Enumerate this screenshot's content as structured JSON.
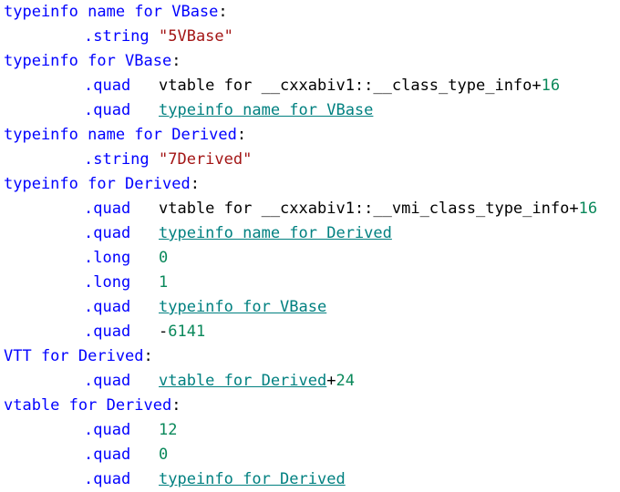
{
  "colors": {
    "label": "#0000ff",
    "directive": "#0000ff",
    "string": "#a31515",
    "number": "#09885a",
    "symbol": "#008080",
    "plain": "#000000"
  },
  "lines": [
    {
      "kind": "label",
      "text": "typeinfo name for VBase"
    },
    {
      "kind": "inst",
      "directive": ".string",
      "parts": [
        {
          "t": "string",
          "text": "\"5VBase\""
        }
      ]
    },
    {
      "kind": "label",
      "text": "typeinfo for VBase"
    },
    {
      "kind": "inst",
      "directive": ".quad",
      "parts": [
        {
          "t": "plain",
          "text": "vtable for __cxxabiv1::__class_type_info"
        },
        {
          "t": "plain",
          "text": "+"
        },
        {
          "t": "num",
          "text": "16"
        }
      ]
    },
    {
      "kind": "inst",
      "directive": ".quad",
      "parts": [
        {
          "t": "link",
          "text": "typeinfo name for VBase"
        }
      ]
    },
    {
      "kind": "label",
      "text": "typeinfo name for Derived"
    },
    {
      "kind": "inst",
      "directive": ".string",
      "parts": [
        {
          "t": "string",
          "text": "\"7Derived\""
        }
      ]
    },
    {
      "kind": "label",
      "text": "typeinfo for Derived"
    },
    {
      "kind": "inst",
      "directive": ".quad",
      "parts": [
        {
          "t": "plain",
          "text": "vtable for __cxxabiv1::__vmi_class_type_info"
        },
        {
          "t": "plain",
          "text": "+"
        },
        {
          "t": "num",
          "text": "16"
        }
      ]
    },
    {
      "kind": "inst",
      "directive": ".quad",
      "parts": [
        {
          "t": "link",
          "text": "typeinfo name for Derived"
        }
      ]
    },
    {
      "kind": "inst",
      "directive": ".long",
      "parts": [
        {
          "t": "num",
          "text": "0"
        }
      ]
    },
    {
      "kind": "inst",
      "directive": ".long",
      "parts": [
        {
          "t": "num",
          "text": "1"
        }
      ]
    },
    {
      "kind": "inst",
      "directive": ".quad",
      "parts": [
        {
          "t": "link",
          "text": "typeinfo for VBase"
        }
      ]
    },
    {
      "kind": "inst",
      "directive": ".quad",
      "parts": [
        {
          "t": "plain",
          "text": "-"
        },
        {
          "t": "num",
          "text": "6141"
        }
      ]
    },
    {
      "kind": "label",
      "text": "VTT for Derived"
    },
    {
      "kind": "inst",
      "directive": ".quad",
      "parts": [
        {
          "t": "link",
          "text": "vtable for Derived"
        },
        {
          "t": "plain",
          "text": "+"
        },
        {
          "t": "num",
          "text": "24"
        }
      ]
    },
    {
      "kind": "label",
      "text": "vtable for Derived"
    },
    {
      "kind": "inst",
      "directive": ".quad",
      "parts": [
        {
          "t": "num",
          "text": "12"
        }
      ]
    },
    {
      "kind": "inst",
      "directive": ".quad",
      "parts": [
        {
          "t": "num",
          "text": "0"
        }
      ]
    },
    {
      "kind": "inst",
      "directive": ".quad",
      "parts": [
        {
          "t": "link",
          "text": "typeinfo for Derived"
        }
      ]
    }
  ]
}
